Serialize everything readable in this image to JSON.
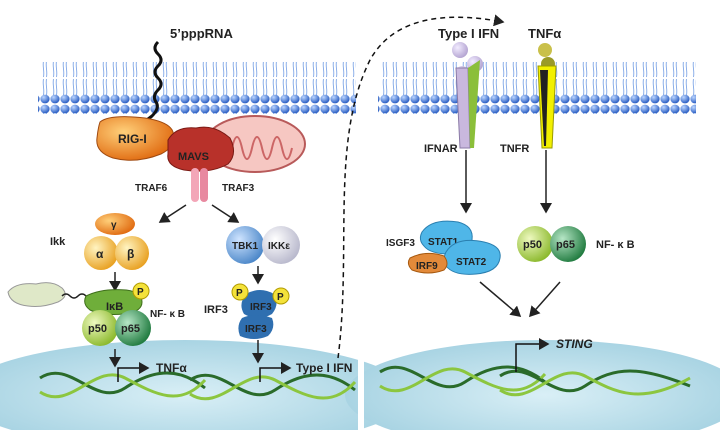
{
  "labels": {
    "rna": "5’pppRNA",
    "rigi": "RIG-I",
    "mavs": "MAVS",
    "traf6": "TRAF6",
    "traf3": "TRAF3",
    "ikk": "Ikk",
    "gamma": "γ",
    "alpha": "α",
    "beta": "β",
    "tbk1": "TBK1",
    "ikke": "IKKε",
    "p_marker": "P",
    "ikb": "IκB",
    "nfkb": "NF- κ B",
    "p50": "p50",
    "p65": "p65",
    "irf3_label": "IRF3",
    "irf3_a": "IRF3",
    "irf3_b": "IRF3",
    "tnfa_out": "TNFα",
    "type1_out": "Type I IFN",
    "type1_top": "Type I IFN",
    "tnfa_top": "TNFα",
    "ifnar": "IFNAR",
    "tnfr": "TNFR",
    "isgf3": "ISGF3",
    "stat1": "STAT1",
    "stat2": "STAT2",
    "irf9": "IRF9",
    "p50_r": "p50",
    "p65_r": "p65",
    "nfkb_r": "NF- κ B",
    "sting": "STING"
  },
  "colors": {
    "membrane_blue": "#3d6fd8",
    "nucleus": "#cfe8f0",
    "rigi": "#d2691e",
    "mavs": "#b22222",
    "mito": "#e9a3a3",
    "alpha_beta": "#f3b23a",
    "tbk1": "#6aa0d8",
    "ikke": "#d9d9e6",
    "irf3": "#2f6fb0",
    "p50": "#9acd32",
    "p65": "#2e8b57",
    "stat": "#4fb6e8",
    "irf9": "#e38a3a",
    "ifnar": "#c9b8de",
    "tnfr": "#e6e600"
  },
  "icons": [
    "dna-helix-icon",
    "mitochondrion-icon",
    "phosphate-icon",
    "rna-strand-icon"
  ]
}
